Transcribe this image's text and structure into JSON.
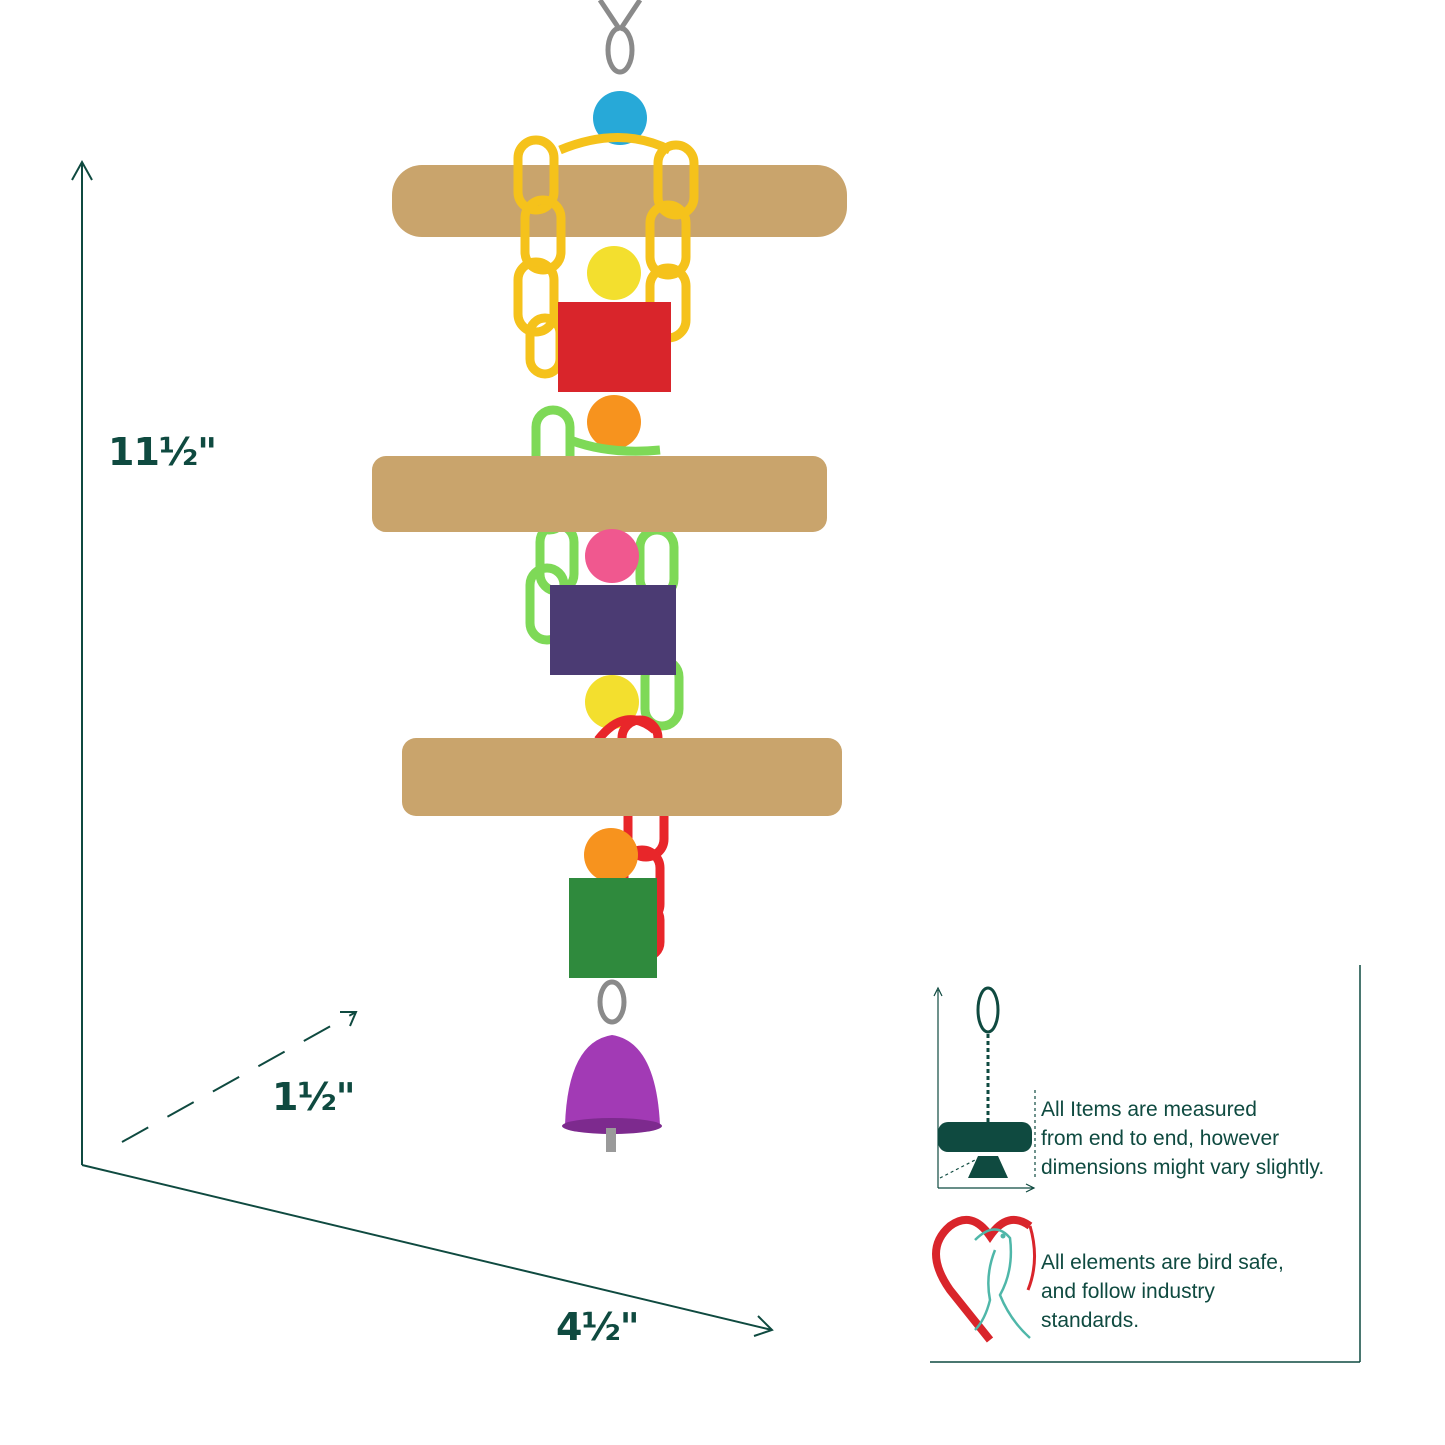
{
  "colors": {
    "ink": "#0f4a40",
    "wood": "#c9a46c",
    "chain_yellow": "#f5c21b",
    "chain_green": "#7ed957",
    "chain_red": "#e8262a",
    "block_red": "#d9252b",
    "block_purple": "#4b3b73",
    "block_green": "#2f8a3d",
    "bell": "#a23ab5",
    "heart_red": "#d9252b",
    "bird_teal": "#4fb7a9"
  },
  "dimensions": {
    "height": "11½\"",
    "depth": "1½\"",
    "width": "4½\""
  },
  "info": {
    "measure_note": "All Items are measured\nfrom end to end, however\ndimensions might vary slightly.",
    "safety_note": "All elements are bird safe,\nand follow industry\nstandards."
  },
  "icons": {
    "measure": "perch-measure-icon",
    "safety": "heart-bird-icon"
  }
}
